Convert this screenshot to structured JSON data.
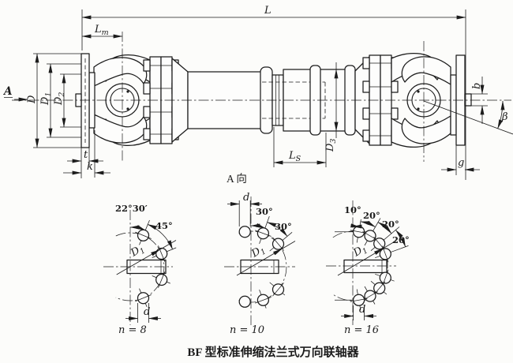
{
  "colors": {
    "ink": "#1c1c1c",
    "paper": "#fcfcfa"
  },
  "drawing": {
    "caption": "BF 型标准伸缩法兰式万向联轴器",
    "view_label": "A 向",
    "view_arrow_label": "A",
    "dims": {
      "L": "L",
      "Lm_main": "L",
      "Lm_sub": "m",
      "Ls_main": "L",
      "Ls_sub": "S",
      "D": "D",
      "D1_main": "D",
      "D1_sub": "1",
      "D2_main": "D",
      "D2_sub": "2",
      "D3_main": "D",
      "D3_sub": "3",
      "t": "t",
      "k": "k",
      "b": "b",
      "g": "g",
      "beta": "β",
      "d": "d"
    },
    "bolt_patterns": [
      {
        "count_label": "n = 8",
        "angle_labels": [
          "22°30′",
          "45°"
        ],
        "pitch_main": "D",
        "pitch_sub": "1",
        "hole_label": "d"
      },
      {
        "count_label": "n = 10",
        "angle_labels": [
          "30°",
          "30°"
        ],
        "pitch_main": "D",
        "pitch_sub": "1",
        "hole_label": "d"
      },
      {
        "count_label": "n = 16",
        "angle_labels": [
          "10°",
          "20°",
          "20°",
          "20°"
        ],
        "pitch_main": "D",
        "pitch_sub": "1",
        "hole_label": "d"
      }
    ]
  }
}
